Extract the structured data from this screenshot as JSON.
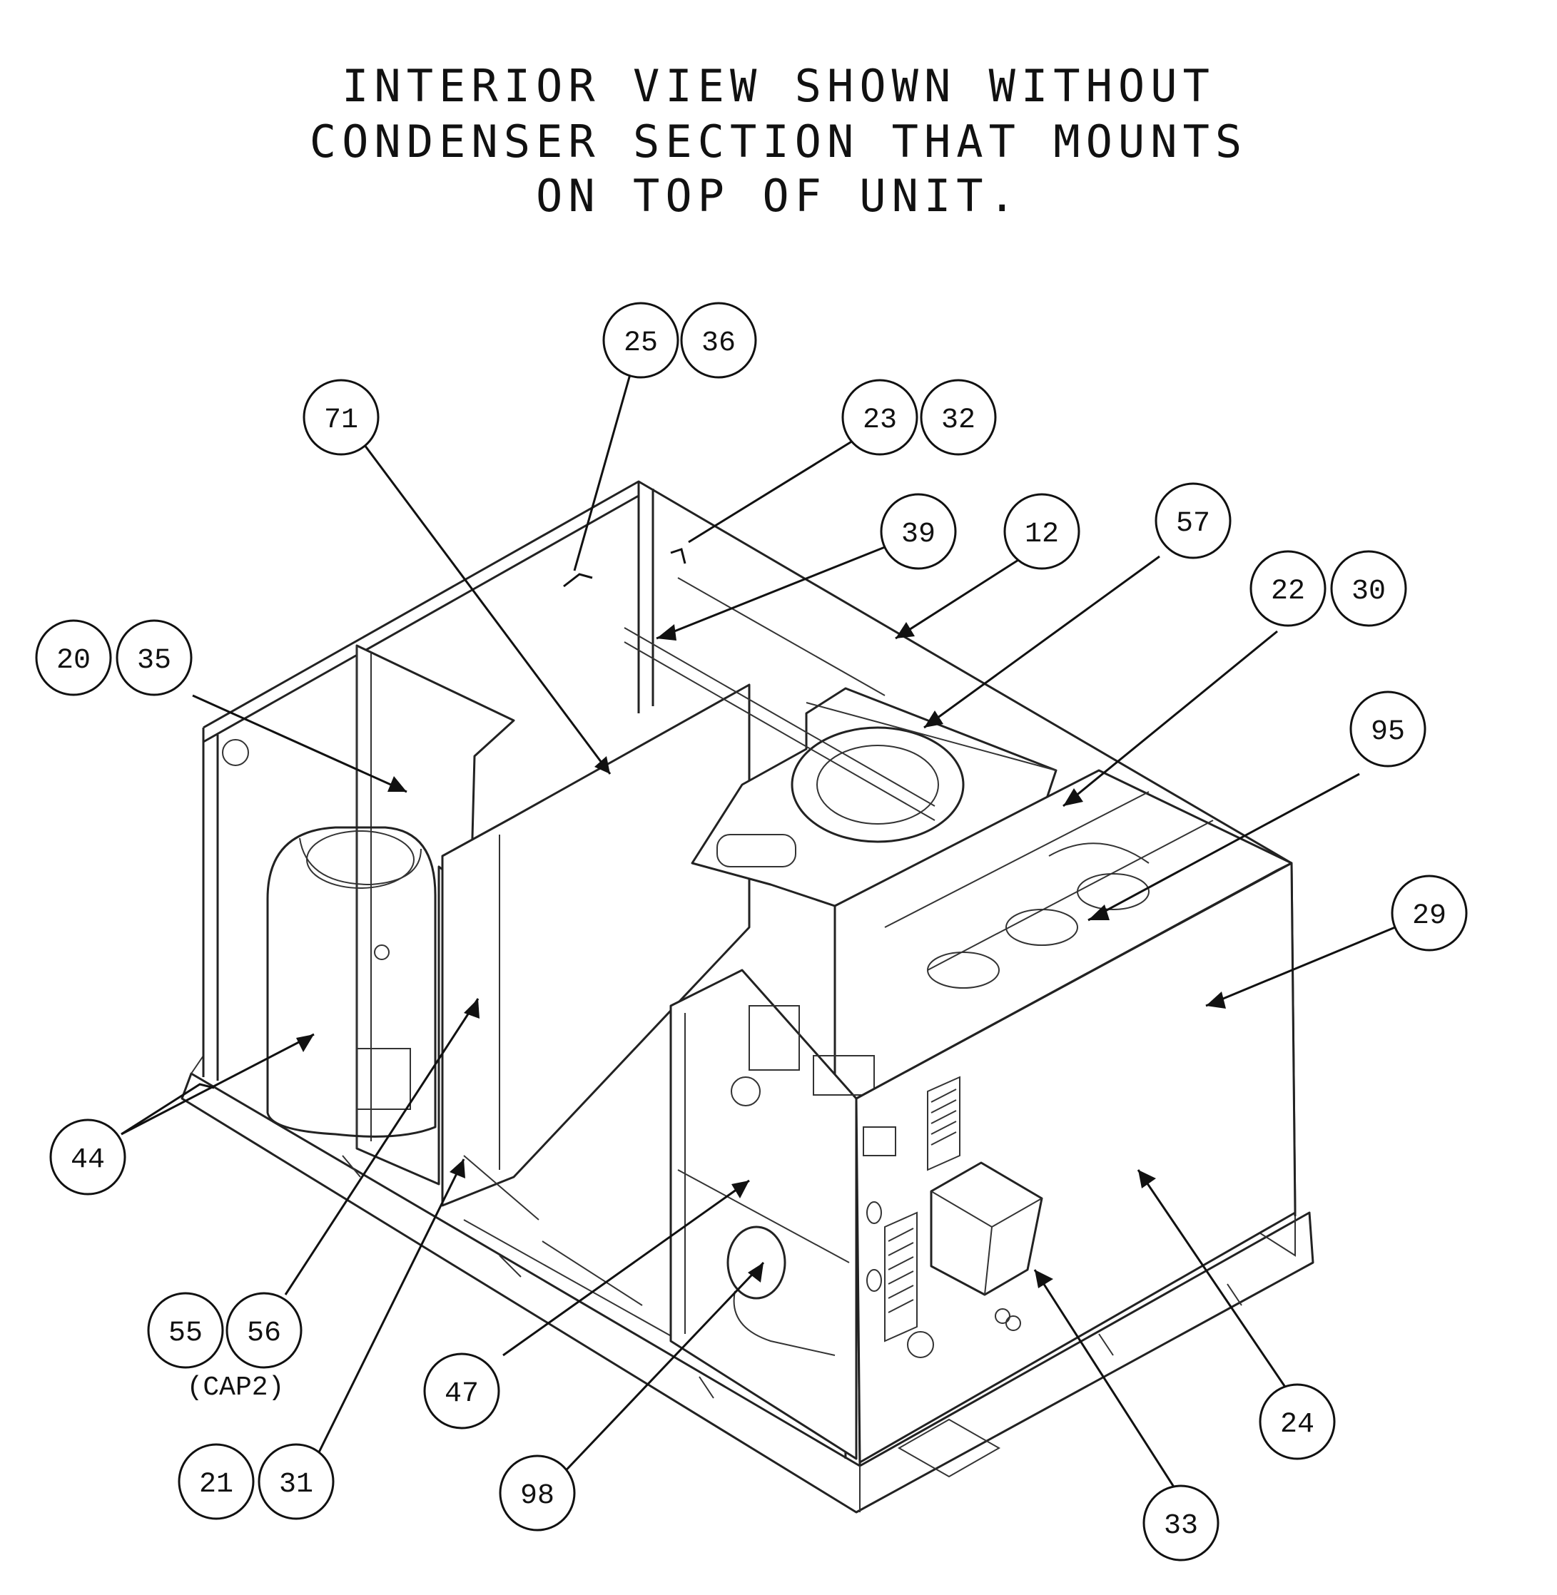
{
  "title_lines": [
    "INTERIOR VIEW SHOWN WITHOUT",
    "CONDENSER SECTION THAT MOUNTS",
    "ON TOP OF UNIT."
  ],
  "callouts": [
    {
      "id": "c25",
      "label": "25"
    },
    {
      "id": "c36",
      "label": "36"
    },
    {
      "id": "c71",
      "label": "71"
    },
    {
      "id": "c23",
      "label": "23"
    },
    {
      "id": "c32",
      "label": "32"
    },
    {
      "id": "c39",
      "label": "39"
    },
    {
      "id": "c12",
      "label": "12"
    },
    {
      "id": "c57",
      "label": "57"
    },
    {
      "id": "c22",
      "label": "22"
    },
    {
      "id": "c30",
      "label": "30"
    },
    {
      "id": "c20",
      "label": "20"
    },
    {
      "id": "c35",
      "label": "35"
    },
    {
      "id": "c95",
      "label": "95"
    },
    {
      "id": "c29",
      "label": "29"
    },
    {
      "id": "c44",
      "label": "44"
    },
    {
      "id": "c55",
      "label": "55"
    },
    {
      "id": "c56",
      "label": "56"
    },
    {
      "id": "c47",
      "label": "47"
    },
    {
      "id": "c24",
      "label": "24"
    },
    {
      "id": "c21",
      "label": "21"
    },
    {
      "id": "c31",
      "label": "31"
    },
    {
      "id": "c98",
      "label": "98"
    },
    {
      "id": "c33",
      "label": "33"
    }
  ],
  "notes": {
    "cap2": "(CAP2)"
  },
  "colors": {
    "ink": "#111111",
    "paper": "#ffffff"
  }
}
